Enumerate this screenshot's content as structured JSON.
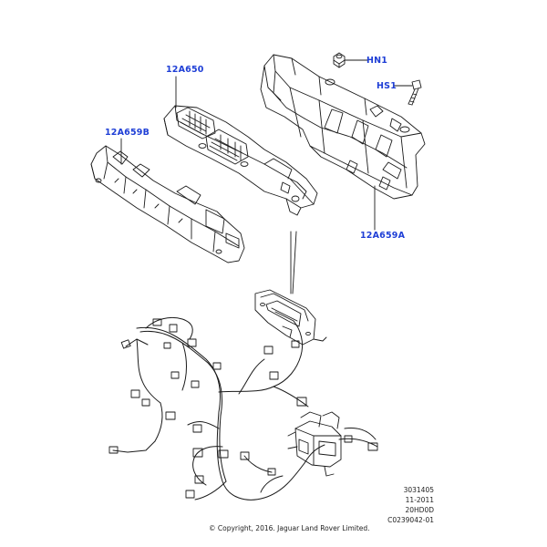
{
  "colors": {
    "callout": "#1f3fd6",
    "line": "#1a1a1a",
    "text": "#222222"
  },
  "callouts": {
    "hn1": "HN1",
    "hs1": "HS1",
    "part_12a650": "12A650",
    "part_12a659b": "12A659B",
    "part_12a659a": "12A659A"
  },
  "reference": {
    "line1": "3031405",
    "line2": "11-2011",
    "line3": "20HD0D",
    "line4": "C0239042-01"
  },
  "copyright": "© Copyright, 2016. Jaguar Land Rover Limited."
}
